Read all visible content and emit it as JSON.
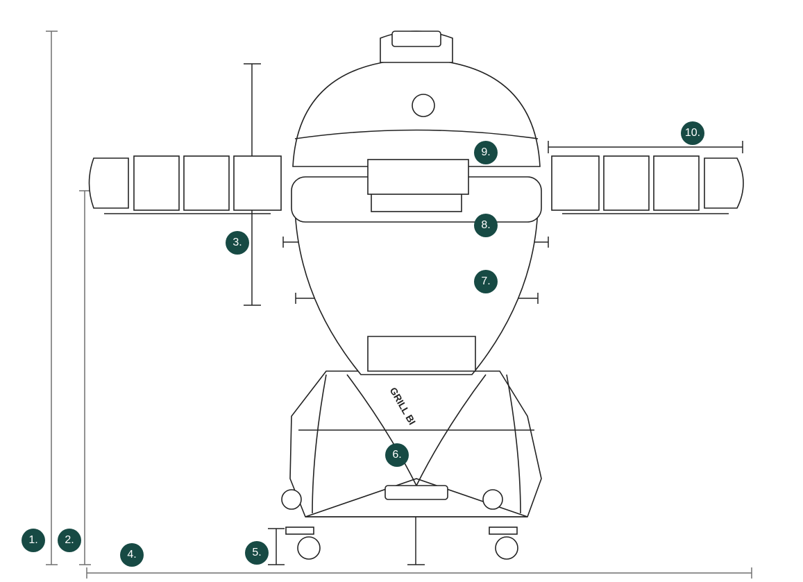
{
  "colors": {
    "badge": "#174a44",
    "dimension_line": "#6f6f6f",
    "drawing": "#222222"
  },
  "labels": {
    "d1": "1.",
    "d2": "2.",
    "d3": "3.",
    "d4": "4.",
    "d5": "5.",
    "d6": "6.",
    "d7": "7.",
    "d8": "8.",
    "d9": "9.",
    "d10": "10."
  },
  "stand_text": "GRILL BI"
}
